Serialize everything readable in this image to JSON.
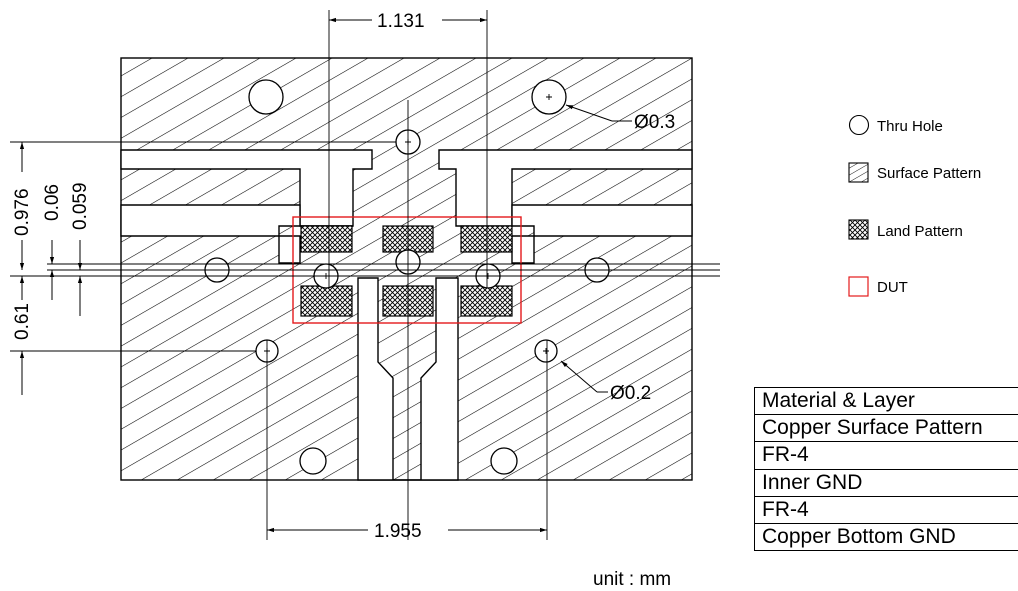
{
  "dimensions": {
    "top_width": "1.131",
    "bottom_width": "1.955",
    "left_total": "0.976",
    "left_a": "0.06",
    "left_b": "0.059",
    "left_lower": "0.61",
    "hole_large": "Ø0.3",
    "hole_small": "Ø0.2"
  },
  "legend": [
    {
      "label": "Thru Hole",
      "icon": "circle-icon"
    },
    {
      "label": "Surface Pattern",
      "icon": "diagonal-hatch-icon"
    },
    {
      "label": "Land Pattern",
      "icon": "crosshatch-icon"
    },
    {
      "label": "DUT",
      "icon": "red-square-icon"
    }
  ],
  "unit_label": "unit : mm",
  "material_table": {
    "rows": [
      "Material & Layer",
      "Copper Surface Pattern",
      "FR-4",
      "Inner GND",
      "FR-4",
      "Copper Bottom GND"
    ]
  },
  "colors": {
    "dut_outline": "#e41a1c",
    "line": "#000000"
  }
}
